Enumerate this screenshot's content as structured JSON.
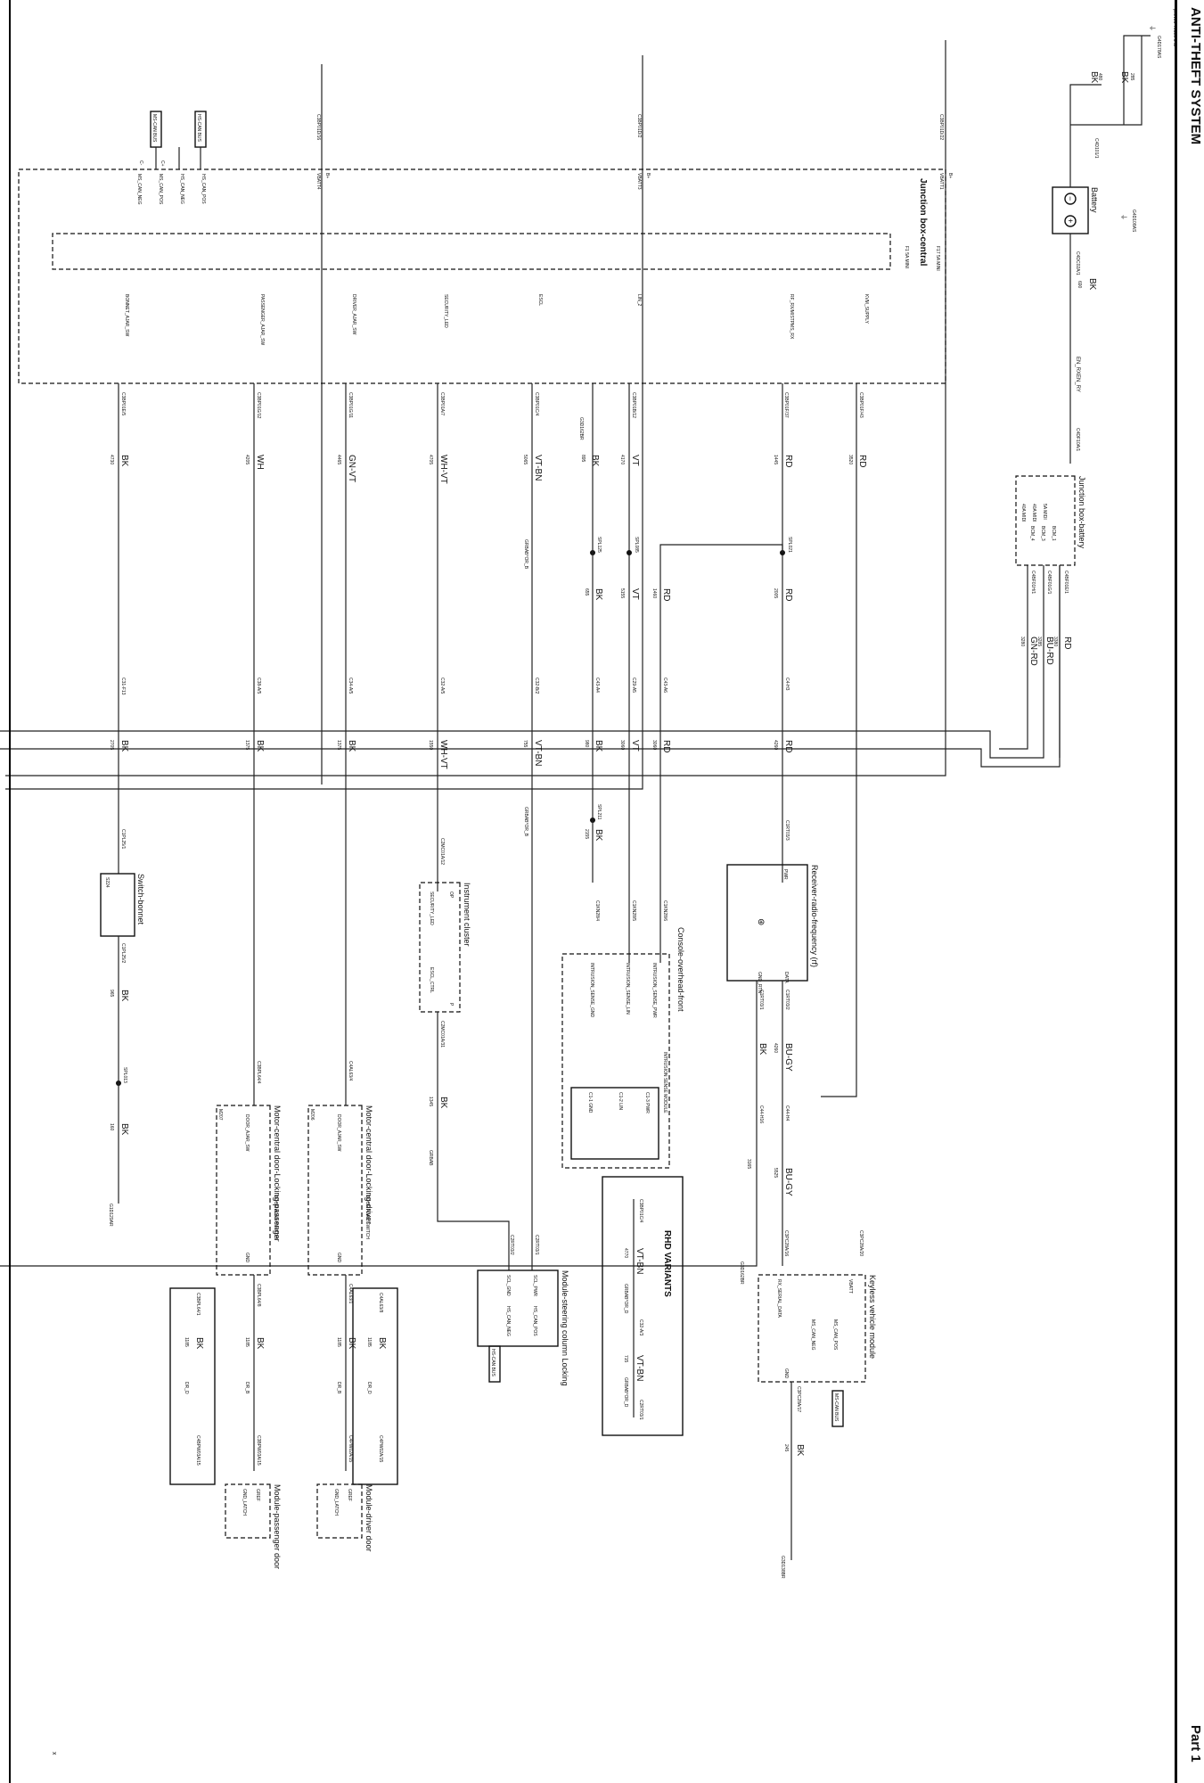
{
  "page": {
    "title": "ANTI-THEFT SYSTEM",
    "part": "Part 1",
    "drawing_ref": "phev93-70395-a-al",
    "footer_mark": "x"
  },
  "modules": {
    "battery": "Battery",
    "jb_battery": "Junction box-battery",
    "jb_central": "Junction box-central",
    "receiver": "Receiver-radio-frequency (rf)",
    "console": "Console-overhead-front",
    "intrusion": "INTRUSION SENSE MODULE",
    "cluster": "Instrument cluster",
    "switch_bonnet": "Switch-bonnet",
    "motor_driver": "Motor-central door-Locking-driver",
    "motor_pass": "Motor-central door-Locking-passenger",
    "steering": "Module-steering column Locking",
    "kvm": "Keyless vehicle module",
    "mod_driver": "Module-driver door",
    "mod_pass": "Module-passenger door",
    "rhd": "RHD VARIANTS",
    "ajar_switch": "DOOR AJAR SWITCH"
  },
  "grounds": {
    "g_top1": "G4D178AS",
    "g_top2": "G4D108AS",
    "g_mid": "G3D162BR",
    "g_rx": "G3D162BR",
    "g_kvm": "G3D138BR",
    "g_bonnet": "G1D129AR"
  },
  "buses": {
    "ms_can": "MS-CAN BUS",
    "hs_can": "HS-CAN BUS"
  },
  "pins": {
    "b_plus": "B+",
    "vbatt1": "VBATT1",
    "vbatt3": "VBATT3",
    "vbatt4": "VBATT4",
    "kvm_supply": "KVM_SUPPLY",
    "rf_rx": "RF_RX/MISTPMS_RX",
    "lin2": "LIN_2",
    "escl": "ESCL",
    "security_led": "SECURITY_LED",
    "driver_ajar": "DRIVER_AJAR_SW",
    "pass_ajar": "PASSENGER_AJAR_SW",
    "bonnet_ajar": "BONNET_AJAR_SW",
    "ms_can_neg": "MS_CAN_NEG",
    "ms_can_pos": "MS_CAN_POS",
    "hs_can_neg": "HS_CAN_NEG",
    "hs_can_pos": "HS_CAN_POS",
    "pwr": "PWR",
    "data": "DATA",
    "gnd_rtn": "GND_RTN",
    "int_pwr": "INTRUSION_SENSE_PWR",
    "int_lin": "INTRUSION_SENSE_LIN",
    "int_gnd": "INTRUSION_SENSE_GND",
    "c1_pwr": "C1-3 PWR",
    "c1_lin": "C1-2 LIN",
    "c1_gnd": "C1-1 GND",
    "escl_ctrl": "ESCL_CTRL",
    "door_ajar_sw": "DOOR_AJAR_SW",
    "gnd": "GND",
    "scl_pwr": "SCL_PWR",
    "scl_gnd": "SCL_GND",
    "vbatt": "VBATT",
    "rx_serial": "RX_SERIAL_DATA",
    "dr_d": "DR_D",
    "dr_b": "DR_B",
    "gref": "GREF",
    "gnd_latch": "GND_LATCH",
    "fuse_f17": "F17 5A MINI",
    "fuse_f1": "F1 5A MINI",
    "f5a": "5A MIDI",
    "f40a_1": "40A MIDI",
    "f40a_2": "40A MIDI",
    "bcm1": "BCM_1",
    "bcm3": "BCM_3",
    "bcm4": "BCM_4",
    "en_rx": "EN_RXEN_RY",
    "p_ip": "IP",
    "p_op": "OP",
    "p_l": "L",
    "p_p": "P",
    "c_plus": "C+",
    "c_minus": "C-"
  },
  "wires": {
    "bk": "BK",
    "rd": "RD",
    "vt": "VT",
    "wh": "WH",
    "gnvt": "GN-VT",
    "whvt": "WH-VT",
    "vtbn": "VT-BN",
    "bugy": "BU-GY",
    "burd": "BU-RD",
    "gnrd": "GN-RD",
    "n480": "480",
    "n285": "285",
    "n690": "690",
    "n3380": "3380",
    "n3285": "3285",
    "n3280": "3280",
    "n3520": "3520",
    "n1445": "1445",
    "n2005": "2005",
    "n4260": "4260",
    "n4170": "4170",
    "n5155": "5155",
    "n3060": "3060",
    "n1460": "1460",
    "n895": "895",
    "n655": "655",
    "n980": "980",
    "n2155": "2155",
    "n5065": "5065",
    "n755": "755",
    "n4705": "4705",
    "n1550": "1550",
    "n1345": "1345",
    "n4465": "4465",
    "n1375": "1375",
    "n4205": "4205",
    "n1375b": "1375",
    "n4730": "4730",
    "n2705": "2705",
    "n965": "965",
    "n160": "160",
    "n4260b": "4260",
    "n5525": "5525",
    "n3165": "3165",
    "n245": "245",
    "n1185": "1185",
    "n4770": "4770",
    "n715": "715"
  },
  "connectors": {
    "c4d101": "C4D101/1",
    "c4dc02": "C4DC02A/1",
    "c4d110": "C4DF10A/1",
    "c4bf01e1": "C4BF01E/1",
    "c4bf01g1": "C4BF01G/1",
    "c4bf01h1": "C4BF01H/1",
    "c3bp01d16": "C3BP01D/16",
    "c3bp01d22": "C3BP01D/22",
    "c3bp01d2": "C3BP01D/2",
    "c3bp01f43": "C3BP01F/43",
    "c3bp01f37": "C3BP01F/37",
    "c3bp01b12": "C3BP01B/12",
    "c3bp01c4": "C3BP01C/4",
    "c3bp01a7": "C3BP01A/7",
    "c3bp01g11": "C3BP01G/11",
    "c3bp01g12": "C3BP01G/12",
    "c3bp01e5": "C3BP01E/5",
    "spl021": "SPL021",
    "spl085": "SPL085",
    "spl125": "SPL125",
    "spl211": "SPL211",
    "spl013": "SPL013",
    "c4h3": "C4-H3",
    "c43a6": "C43-A6",
    "c29a5": "C29-A5",
    "c43a4": "C43-A4",
    "c32b2": "C32-B/2",
    "c32a5": "C32-A/5",
    "c34a5": "C34-A/5",
    "c38a5": "C38-A/5",
    "c31f13": "C31-F13",
    "c1rt03": "C1RT03/3",
    "c1rt032": "C1RT03/2",
    "c1rt031": "C1RT03/1",
    "c1kn286": "C1KN28/6",
    "c1kn285": "C1KN28/5",
    "c1kn284": "C1KN28/4",
    "c2mc01a12": "C2MC01A/12",
    "c2mc01a31": "C2MC01A/31",
    "c1pl25_1": "C1PL25/1",
    "c1pl25_2": "C1PL25/2",
    "c44h4": "C44-H4",
    "c44h16": "C44-H16",
    "c3pc28a20": "C3PC28A/20",
    "c3pc28a16": "C3PC28A/16",
    "c3pc28a17": "C3PC28A/17",
    "c2rt03_1": "C2RT03/1",
    "c2rt03_2": "C2RT03/2",
    "c4al634": "C4AL63/4",
    "c4al631": "C4AL63/1",
    "c4al638": "C4AL63/8",
    "c4pw02a15": "C4PW02A/15",
    "c3bpl644": "C3BPL64/4",
    "c3bpl641": "C3BPL64/1",
    "c3bpl648": "C3BPL64/8",
    "c3bpw03a15": "C3BPW03A/15",
    "c3bpl641b": "C3BPL64/1",
    "c4bpw03a15b": "C4BPW03A/15",
    "c3bp01c4b": "C3BP01C/4",
    "c32a3": "C32-A/3",
    "c2rt03_1b": "C2RT03/1",
    "grb_or_b": "GRBAB*OR_B",
    "grb_or_b2": "GRBAB*OR_B",
    "grbab": "GRBAB",
    "grb_or_d": "GRBAB*OR_D",
    "grb_or_d2": "GRBAB*OR_D",
    "m207": "M207",
    "m206": "M206",
    "s224": "S224"
  }
}
